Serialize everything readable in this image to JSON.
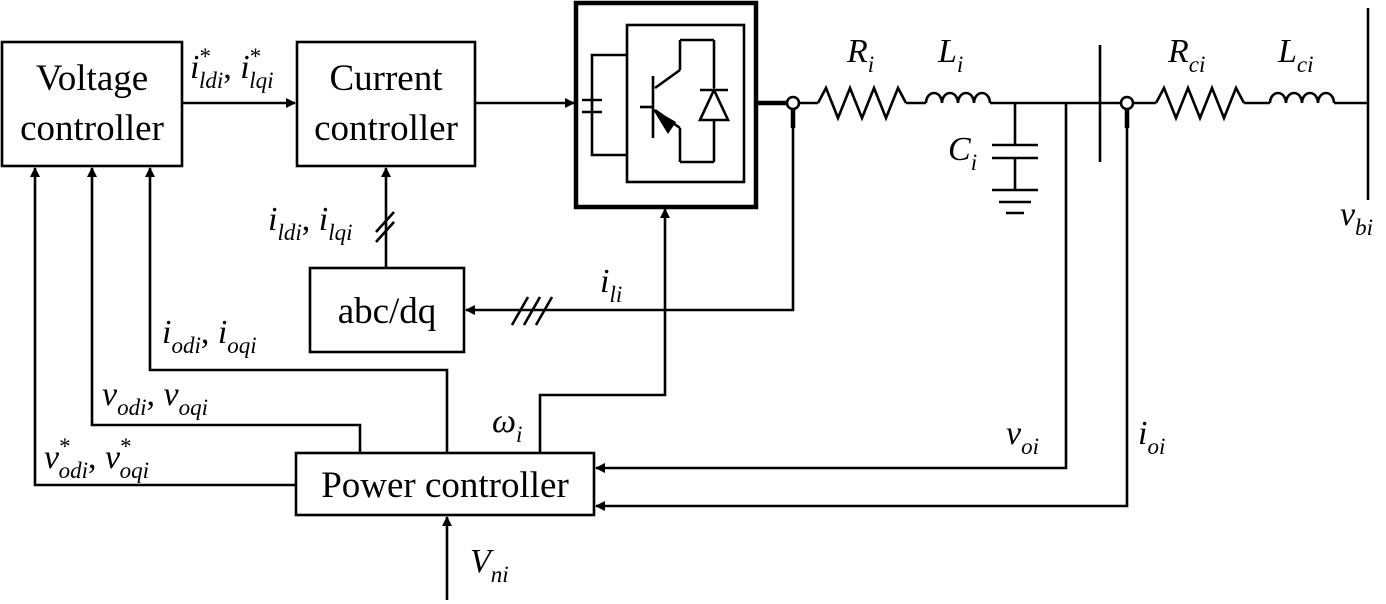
{
  "blocks": {
    "voltage_controller": [
      "Voltage",
      "controller"
    ],
    "current_controller": [
      "Current",
      "controller"
    ],
    "abc_dq": "abc/dq",
    "power_controller": "Power controller"
  },
  "labels": {
    "i_ref": {
      "a": "i",
      "a_sup": "*",
      "a_sub": "ldi",
      "sep": ", ",
      "b": "i",
      "b_sup": "*",
      "b_sub": "lqi"
    },
    "i_meas": {
      "a": "i",
      "a_sub": "ldi",
      "sep": ", ",
      "b": "i",
      "b_sub": "lqi"
    },
    "i_li": {
      "a": "i",
      "a_sub": "li"
    },
    "i_o": {
      "a": "i",
      "a_sub": "odi",
      "sep": ", ",
      "b": "i",
      "b_sub": "oqi"
    },
    "v_o": {
      "a": "v",
      "a_sub": "odi",
      "sep": ", ",
      "b": "v",
      "b_sub": "oqi"
    },
    "v_ref": {
      "a": "v",
      "a_sup": "*",
      "a_sub": "odi",
      "sep": ", ",
      "b": "v",
      "b_sup": "*",
      "b_sub": "oqi"
    },
    "omega": {
      "a": "ω",
      "a_sub": "i"
    },
    "v_oi": {
      "a": "v",
      "a_sub": "oi"
    },
    "i_oi": {
      "a": "i",
      "a_sub": "oi"
    },
    "V_ni": {
      "a": "V",
      "a_sub": "ni"
    },
    "R_i": {
      "a": "R",
      "a_sub": "i"
    },
    "L_i": {
      "a": "L",
      "a_sub": "i"
    },
    "C_i": {
      "a": "C",
      "a_sub": "i"
    },
    "R_ci": {
      "a": "R",
      "a_sub": "ci"
    },
    "L_ci": {
      "a": "L",
      "a_sub": "ci"
    },
    "v_bi": {
      "a": "v",
      "a_sub": "bi"
    }
  }
}
